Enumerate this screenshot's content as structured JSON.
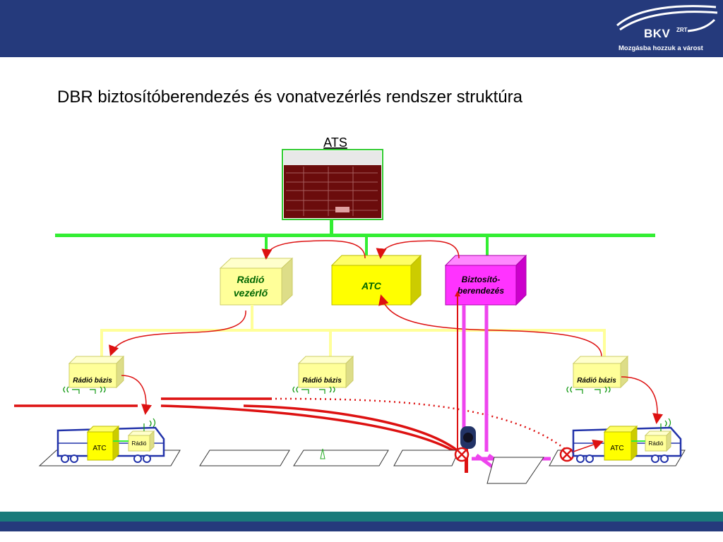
{
  "header": {
    "logo_brand": "BKV",
    "logo_superscript": "ZRT",
    "logo_tagline": "Mozgásba hozzuk a várost",
    "colors": {
      "band": "#253a7c",
      "footer_teal": "#1a7a7a"
    }
  },
  "title": "DBR biztosítóberendezés és vonatvezérlés rendszer struktúra",
  "diagram": {
    "ats_label": "ATS",
    "radio_controller_line1": "Rádió",
    "radio_controller_line2": "vezérlő",
    "atc_label": "ATC",
    "interlocking_line1": "Biztosító-",
    "interlocking_line2": "berendezés",
    "radio_base_left": "Rádió bázis",
    "radio_base_center": "Rádió bázis",
    "radio_base_right": "Rádió bázis",
    "train_left_atc": "ATC",
    "train_left_radio": "Rádió",
    "train_right_atc": "ATC",
    "train_right_radio": "Rádió",
    "colors": {
      "network_bus": "#33ee33",
      "yellow_box": "#ffff00",
      "pale_box": "#ffff99",
      "magenta_box": "#ff33ff",
      "track_red": "#dd1111",
      "magenta_track": "#ee44ee",
      "ats_screen": "#6b0c0c"
    }
  }
}
